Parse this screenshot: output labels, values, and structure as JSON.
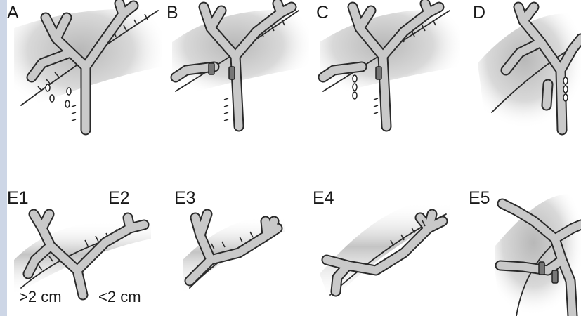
{
  "panels": {
    "A": {
      "label": "A"
    },
    "B": {
      "label": "B"
    },
    "C": {
      "label": "C"
    },
    "D": {
      "label": "D"
    },
    "E1": {
      "label": "E1",
      "note": ">2 cm"
    },
    "E2": {
      "label": "E2",
      "note": "<2 cm"
    },
    "E3": {
      "label": "E3"
    },
    "E4": {
      "label": "E4"
    },
    "E5": {
      "label": "E5"
    }
  },
  "colors": {
    "duct_outline": "#2a2a2a",
    "duct_fill": "#c9c9c9",
    "liver_shade": "#bdbdbd",
    "side_strip": "#cdd6e6"
  }
}
